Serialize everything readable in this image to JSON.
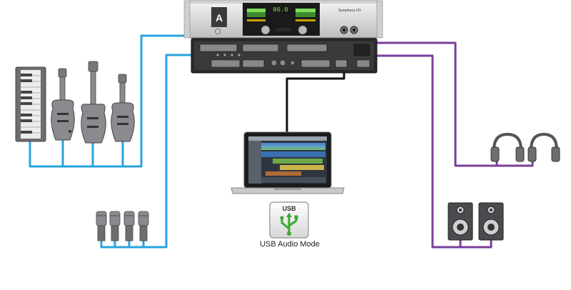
{
  "rack_unit": {
    "logo_letter": "A",
    "display_readout": "86.0",
    "front_label": "Symphony I/O"
  },
  "usb_badge": {
    "badge_text": "USB",
    "caption": "USB Audio Mode"
  },
  "colors": {
    "input_cable": "#29a3dc",
    "output_cable": "#7a3e9c",
    "usb_cable": "#111111",
    "usb_trident": "#39a935"
  }
}
